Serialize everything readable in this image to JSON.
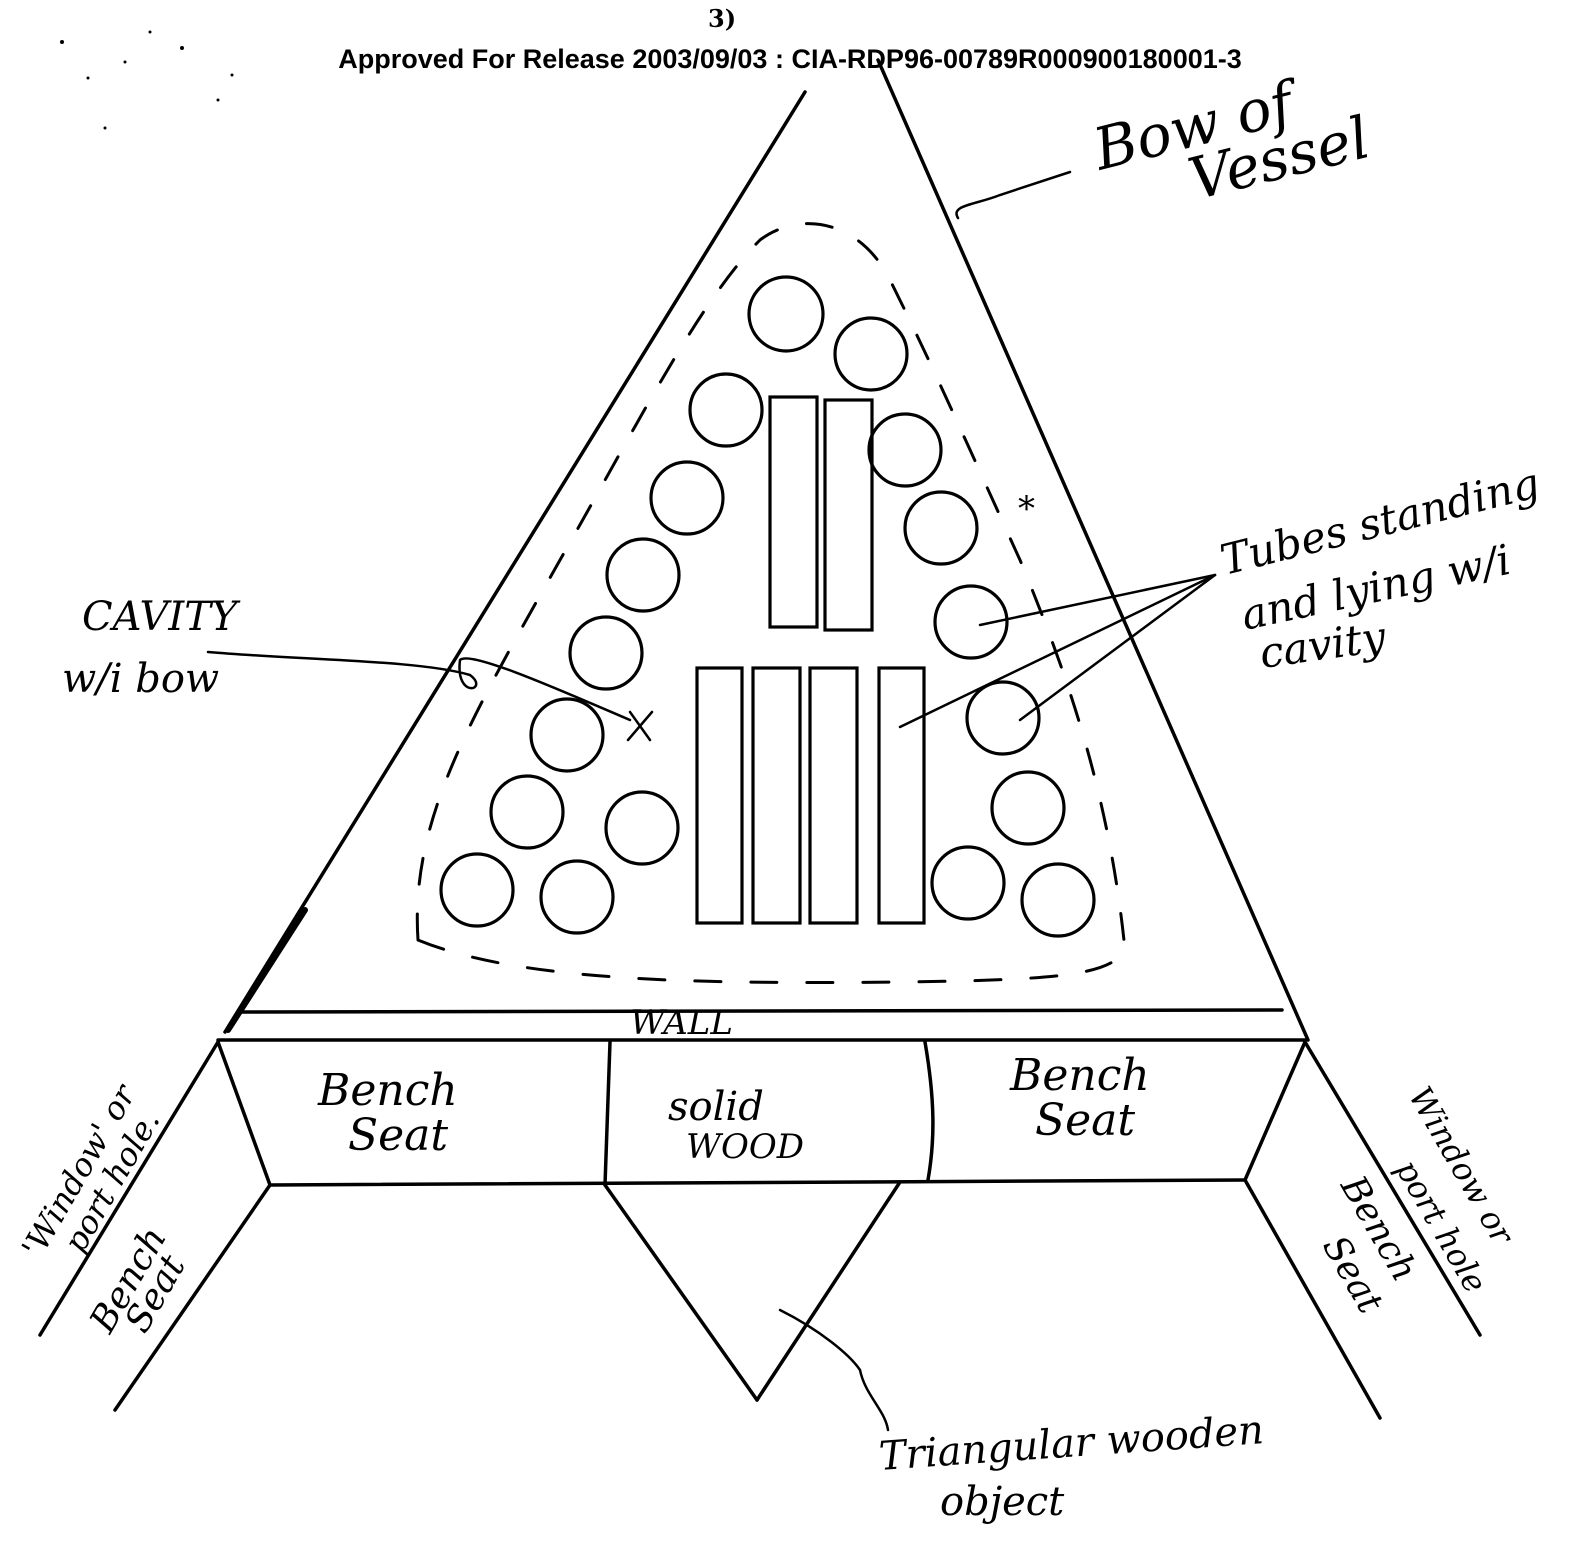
{
  "header": {
    "page_number": "3)",
    "release_stamp": "Approved For Release 2003/09/03 : CIA-RDP96-00789R000900180001-3"
  },
  "labels": {
    "bow_of_vessel_1": "Bow of",
    "bow_of_vessel_2": "Vessel",
    "cavity_1": "CAVITY",
    "cavity_2": "w/i bow",
    "tubes_1": "Tubes standing",
    "tubes_2": "and lying w/i",
    "tubes_3": "cavity",
    "wall": "WALL",
    "bench_left_1": "Bench",
    "bench_left_2": "Seat",
    "solid_wood_1": "solid",
    "solid_wood_2": "WOOD",
    "bench_right_1": "Bench",
    "bench_right_2": "Seat",
    "window_left_1": "'Window' or",
    "window_left_2": "port hole.",
    "bench_far_left_1": "Bench",
    "bench_far_left_2": "Seat",
    "window_right_1": "Window or",
    "window_right_2": "port hole",
    "bench_far_right_1": "Bench",
    "bench_far_right_2": "Seat",
    "triangle_object_1": "Triangular wooden",
    "triangle_object_2": "object",
    "star_mark": "*"
  }
}
